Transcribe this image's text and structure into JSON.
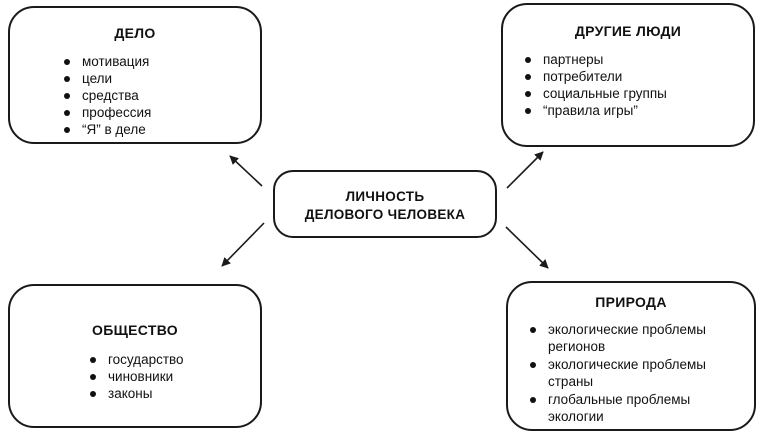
{
  "center": {
    "title_line1": "ЛИЧНОСТЬ",
    "title_line2": "ДЕЛОВОГО ЧЕЛОВЕКА"
  },
  "delo": {
    "title": "ДЕЛО",
    "items": [
      "мотивация",
      "цели",
      "средства",
      "профессия",
      "“Я” в деле"
    ]
  },
  "people": {
    "title": "ДРУГИЕ ЛЮДИ",
    "items": [
      "партнеры",
      "потребители",
      "социальные группы",
      "“правила игры”"
    ]
  },
  "society": {
    "title": "ОБЩЕСТВО",
    "items": [
      "государство",
      "чиновники",
      "законы"
    ]
  },
  "nature": {
    "title": "ПРИРОДА",
    "items": [
      [
        "экологические проблемы",
        "регионов"
      ],
      [
        "экологические проблемы",
        "страны"
      ],
      [
        "глобальные проблемы",
        "экологии"
      ]
    ]
  },
  "colors": {
    "line": "#1a1a1a",
    "text": "#111111",
    "background": "#ffffff"
  }
}
